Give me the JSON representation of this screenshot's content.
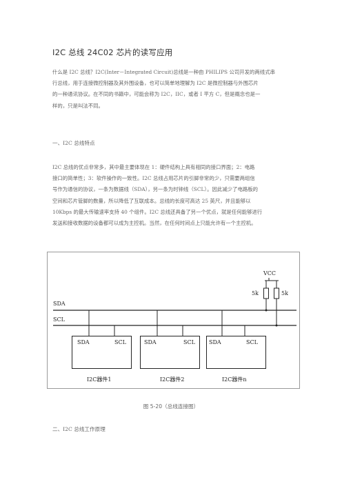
{
  "doc": {
    "title": "I2C 总线  24C02 芯片的读写应用",
    "intro_lines": [
      "什么是 I2C 总线？I2C(Inter－Integrated Circuit)总线是一种由 PHILIPS 公司开发的两线式串",
      "行总线，用于连接微控制器及其外围设备，也可以简单地理解为 I2C 是微控制器与外围芯片",
      "的一种通讯协议。在不同的书籍中，可能会称为 I2C，IIC，或者 I 平方 C，但是概念也是一",
      "样的，只是叫法不同。"
    ],
    "section1_heading": "一、I2C 总线特点",
    "section1_lines": [
      "I2C 总线的优点非常多，其中最主要体现在  1：硬件结构上具有相同的接口界面；2：电路",
      "接口的简单性；3：软件操作的一致性。I2C 总线占用芯片的引脚非常的少，只需要两组信",
      "号作为通信的协议，一条为数据线（SDA），另一条为时钟线（SCL）。因此减少了电路板的",
      "空间和芯片管脚的数量，所以降低了互联成本。总线的长度可高达 25 英尺，并且能够以",
      "10Kbps 的最大传输速率支持 40 个组件。I2C 总线还具备了另一个优点，就是任何能够进行",
      "发送和接收数据的设备都可以成为主控机。当然，在任何时间点上只能允许有一个主控机。"
    ],
    "figure": {
      "vcc_label": "VCC",
      "resistor_left_label": "5k",
      "resistor_right_label": "5k",
      "sda_label": "SDA",
      "scl_label": "SCL",
      "devices": [
        {
          "name": "I2C器件1",
          "pin_sda": "SDA",
          "pin_scl": "SCL"
        },
        {
          "name": "I2C器件2",
          "pin_sda": "SDA",
          "pin_scl": "SCL"
        },
        {
          "name": "I2C器件n",
          "pin_sda": "SDA",
          "pin_scl": "SCL"
        }
      ]
    },
    "caption": "图 5-20（总线连接图）",
    "section2_heading": "二、I2C 总线工作原理"
  }
}
